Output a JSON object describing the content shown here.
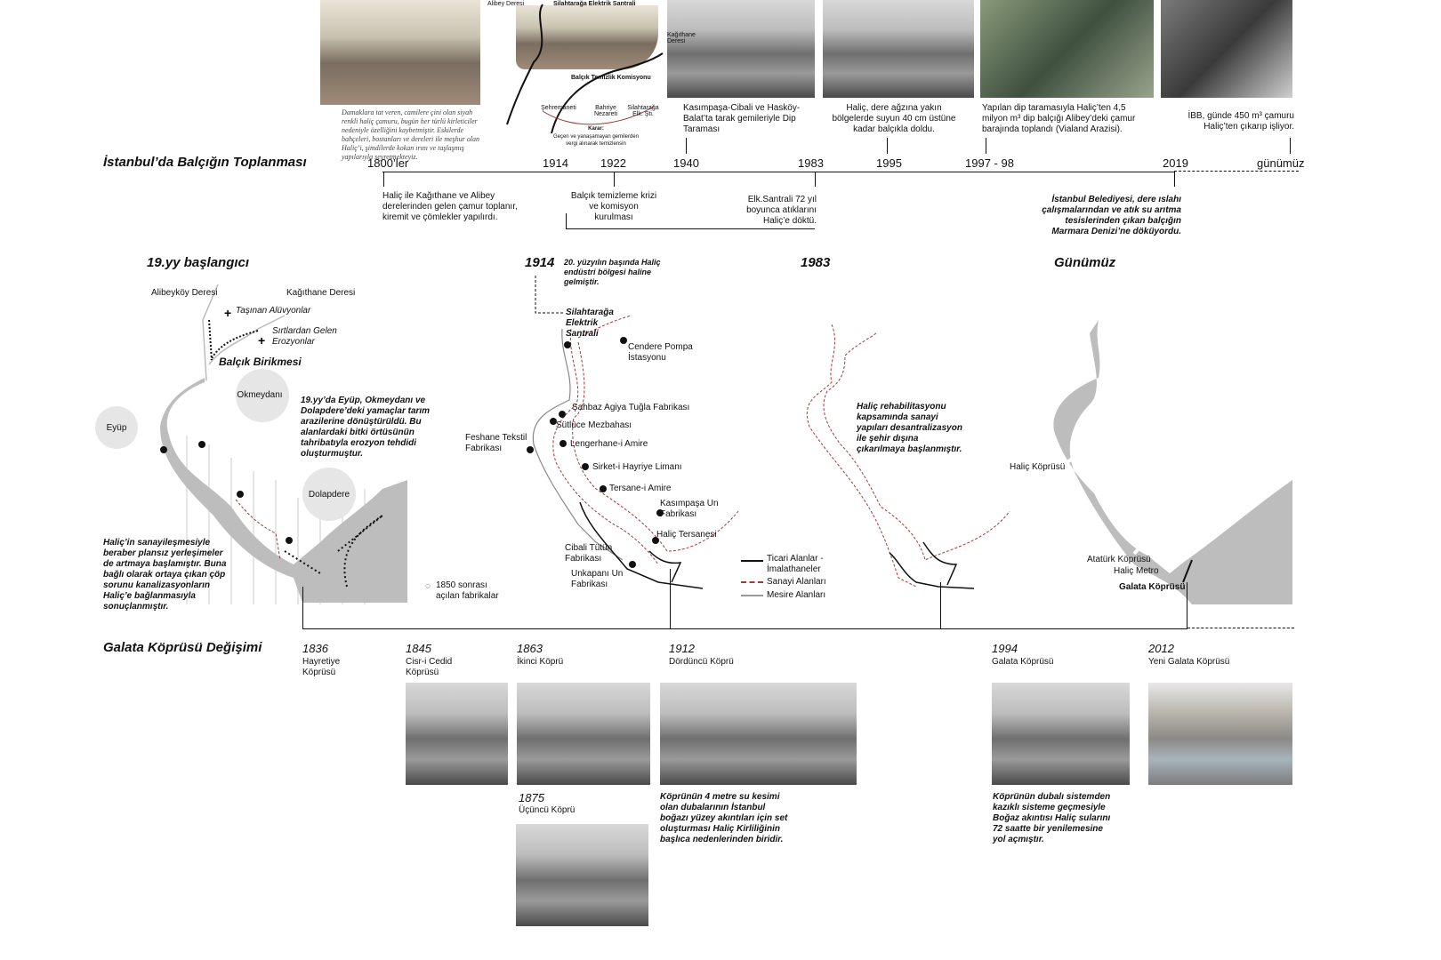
{
  "sediment_timeline": {
    "title": "İstanbul’da Balçığın Toplanması",
    "years": [
      "1800’ler",
      "1914",
      "1922",
      "1940",
      "1983",
      "1995",
      "1997 - 98",
      "2019",
      "günümüz"
    ],
    "postcard_caption": "Damaklara tat veren, camilere çini olan siyah renkli haliç çamuru, bugün her türlü kirleticiler nedeniyle özelliğini kaybetmiştir. Eskilerde bahçeleri, bostanları ve dereleri ile meşhur olan Haliç’i, şimdilerde kokan ırını ve taşlaşmış yapılarıyla seyretmekteyiz.",
    "sketch": {
      "alibey": "Alibey Deresi",
      "santral": "Silahtarağa Elektrik Santrali",
      "komisyon": "Balçık Temizlik Komisyonu",
      "members": [
        "Şehremaneti",
        "Bahriye Nezareti",
        "Silahtarağa Elk. Şti."
      ],
      "karar_label": "Karar:",
      "karar": "Geçen ve yanaşamayan gemilerden vergi alınarak temizlensin"
    },
    "photo3_label": "Kağıthane Deresi",
    "above": {
      "1940": "Kasımpaşa-Cibali ve Hasköy-Balat’ta tarak gemileriyle Dip Taraması",
      "1995": "Haliç, dere ağzına yakın bölgelerde suyun 40 cm üstüne kadar balçıkla doldu.",
      "1997": "Yapılan dip taramasıyla Haliç’ten 4,5 milyon m³ dip balçığı Alibey’deki çamur barajında toplandı (Vialand Arazisi).",
      "gunumuz": "İBB, günde 450 m³ çamuru Haliç’ten çıkarıp işliyor."
    },
    "below": {
      "1800": "Haliç ile Kağıthane ve Alibey derelerinden gelen çamur toplanır, kiremit ve  çömlekler yapılırdı.",
      "1922": "Balçık temizleme krizi ve komisyon kurulması",
      "1983": "Elk.Santrali 72 yıl boyunca atıklarını Haliç’e döktü.",
      "2019": "İstanbul Belediyesi, dere ıslahı çalışmalarından ve atık su arıtma tesislerinden çıkan balçığın Marmara Denizi’ne döküyordu."
    }
  },
  "maps": {
    "m19": {
      "title": "19.yy başlangıcı",
      "alibeykoy": "Alibeyköy Deresi",
      "kagithane": "Kağıthane Deresi",
      "aluvyon": "Taşınan Alüvyonlar",
      "erozyon": "Sırtlardan Gelen Erozyonlar",
      "balcik": "Balçık Birikmesi",
      "okmeydani": "Okmeydanı",
      "eyup": "Eyüp",
      "dolapdere": "Dolapdere",
      "note1": "19.yy’da Eyüp, Okmeydanı ve Dolapdere’deki yamaçlar tarım arazilerine dönüştürüldü. Bu alanlardaki bitki örtüsünün tahribatıyla erozyon tehdidi oluşturmuştur.",
      "note2": "Haliç’in sanayileşmesiyle beraber plansız yerleşimeler de artmaya başlamıştır. Buna bağlı olarak ortaya çıkan çöp sorunu kanalizasyonların Haliç’e bağlanmasıyla sonuçlanmıştır.",
      "legend": "1850 sonrası açılan fabrikalar"
    },
    "m1914": {
      "year": "1914",
      "note": "20. yüzyılın başında Haliç endüstri bölgesi haline gelmiştir.",
      "santral": "Silahtarağa Elektrik Santrali",
      "places": [
        "Cendere Pompa İstasyonu",
        "Şahbaz Agiya Tuğla Fabrikası",
        "Sütlüce Mezbahası",
        "Feshane Tekstil Fabrikası",
        "Lengerhane-i Amire",
        "Sirket-i Hayriye Limanı",
        "Tersane-i Amire",
        "Kasımpaşa Un Fabrikası",
        "Haliç Tersanesi",
        "Cibali Tütün Fabrikası",
        "Unkapanı Un Fabrikası"
      ],
      "legend": [
        "Ticari Alanlar - İmalathaneler",
        "Sanayi Alanları",
        "Mesire Alanları"
      ]
    },
    "m1983": {
      "year": "1983",
      "note": "Haliç rehabilitasyonu kapsamında sanayi yapıları desantralizasyon ile şehir dışına çıkarılmaya başlanmıştır."
    },
    "mnow": {
      "title": "Günümüz",
      "bridges": [
        "Haliç Köprüsü",
        "Atatürk Köprüsü",
        "Haliç Metro",
        "Galata Köprüsü"
      ]
    }
  },
  "bridge_timeline": {
    "title": "Galata Köprüsü Değişimi",
    "items": [
      {
        "year": "1836",
        "name": "Hayretiye Köprüsü"
      },
      {
        "year": "1845",
        "name": "Cisr-i Cedid Köprüsü"
      },
      {
        "year": "1863",
        "name": "İkinci Köprü"
      },
      {
        "year": "1875",
        "name": "Üçüncü Köprü"
      },
      {
        "year": "1912",
        "name": "Dördüncü Köprü"
      },
      {
        "year": "1994",
        "name": "Galata Köprüsü"
      },
      {
        "year": "2012",
        "name": "Yeni Galata Köprüsü"
      }
    ],
    "note1912": "Köprünün 4 metre su kesimi olan dubalarının İstanbul boğazı yüzey akıntıları için set oluşturması Haliç Kirliliğinin başlıca nedenlerinden biridir.",
    "note1994": "Köprünün dubalı sistemden kazıklı sisteme geçmesiyle Boğaz akıntısı Haliç sularını 72 saatte bir yenilemesine yol açmıştır."
  },
  "colors": {
    "water": "#bdbdbd",
    "industry": "#a33a3a",
    "line": "#111111"
  }
}
